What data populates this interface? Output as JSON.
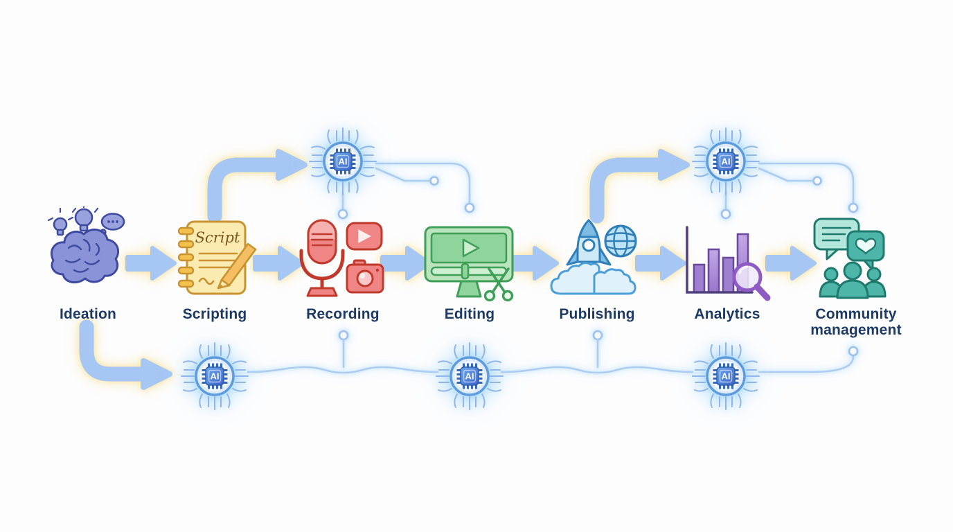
{
  "diagram": {
    "ai_chip": {
      "label": "AI"
    },
    "stages": [
      {
        "label": "Ideation",
        "icon": "brain-lightbulb-icon",
        "color": "#8a93d8"
      },
      {
        "label": "Scripting",
        "icon": "script-notebook-icon",
        "color": "#f3c14e",
        "badge_text": "Script"
      },
      {
        "label": "Recording",
        "icon": "microphone-camera-icon",
        "color": "#ef8585"
      },
      {
        "label": "Editing",
        "icon": "video-editor-monitor-icon",
        "color": "#8fd49a"
      },
      {
        "label": "Publishing",
        "icon": "rocket-globe-icon",
        "color": "#a9d6ef"
      },
      {
        "label": "Analytics",
        "icon": "bar-chart-magnifier-icon",
        "color": "#b89bde"
      },
      {
        "label": "Community management",
        "icon": "chat-people-icon",
        "color": "#4db6a9"
      }
    ],
    "colors": {
      "arrow": "#a6c6f4",
      "arrow_glow": "#f8e4a0",
      "circuit_trace": "#aecbf0",
      "chip_ring": "#5e9bdc",
      "chip_body": "#4a7de0",
      "label_text": "#1c3a63",
      "background": "#fdfdfe"
    }
  }
}
